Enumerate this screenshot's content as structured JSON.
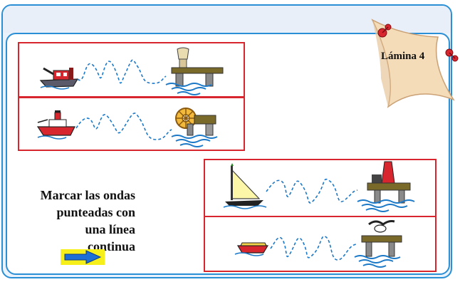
{
  "sheet_label": "Lámina 4",
  "instruction_lines": [
    "Marcar las ondas",
    "punteadas con",
    "una línea",
    "continua"
  ],
  "colors": {
    "frame_blue": "#2b8fd6",
    "box_red": "#d8262f",
    "wave_dash": "#1b79c8",
    "tag_fill": "#f4dcb8",
    "arrow_fill": "#1d6fd6",
    "arrow_bg": "#f6ef1a"
  },
  "icons": [
    "tugboat-icon",
    "steamboat-icon",
    "sailboat-icon",
    "rowboat-icon",
    "pier-icon",
    "wheel-pier-icon",
    "oil-rig-icon",
    "seagull-pier-icon",
    "arrow-icon",
    "pin-icon"
  ]
}
